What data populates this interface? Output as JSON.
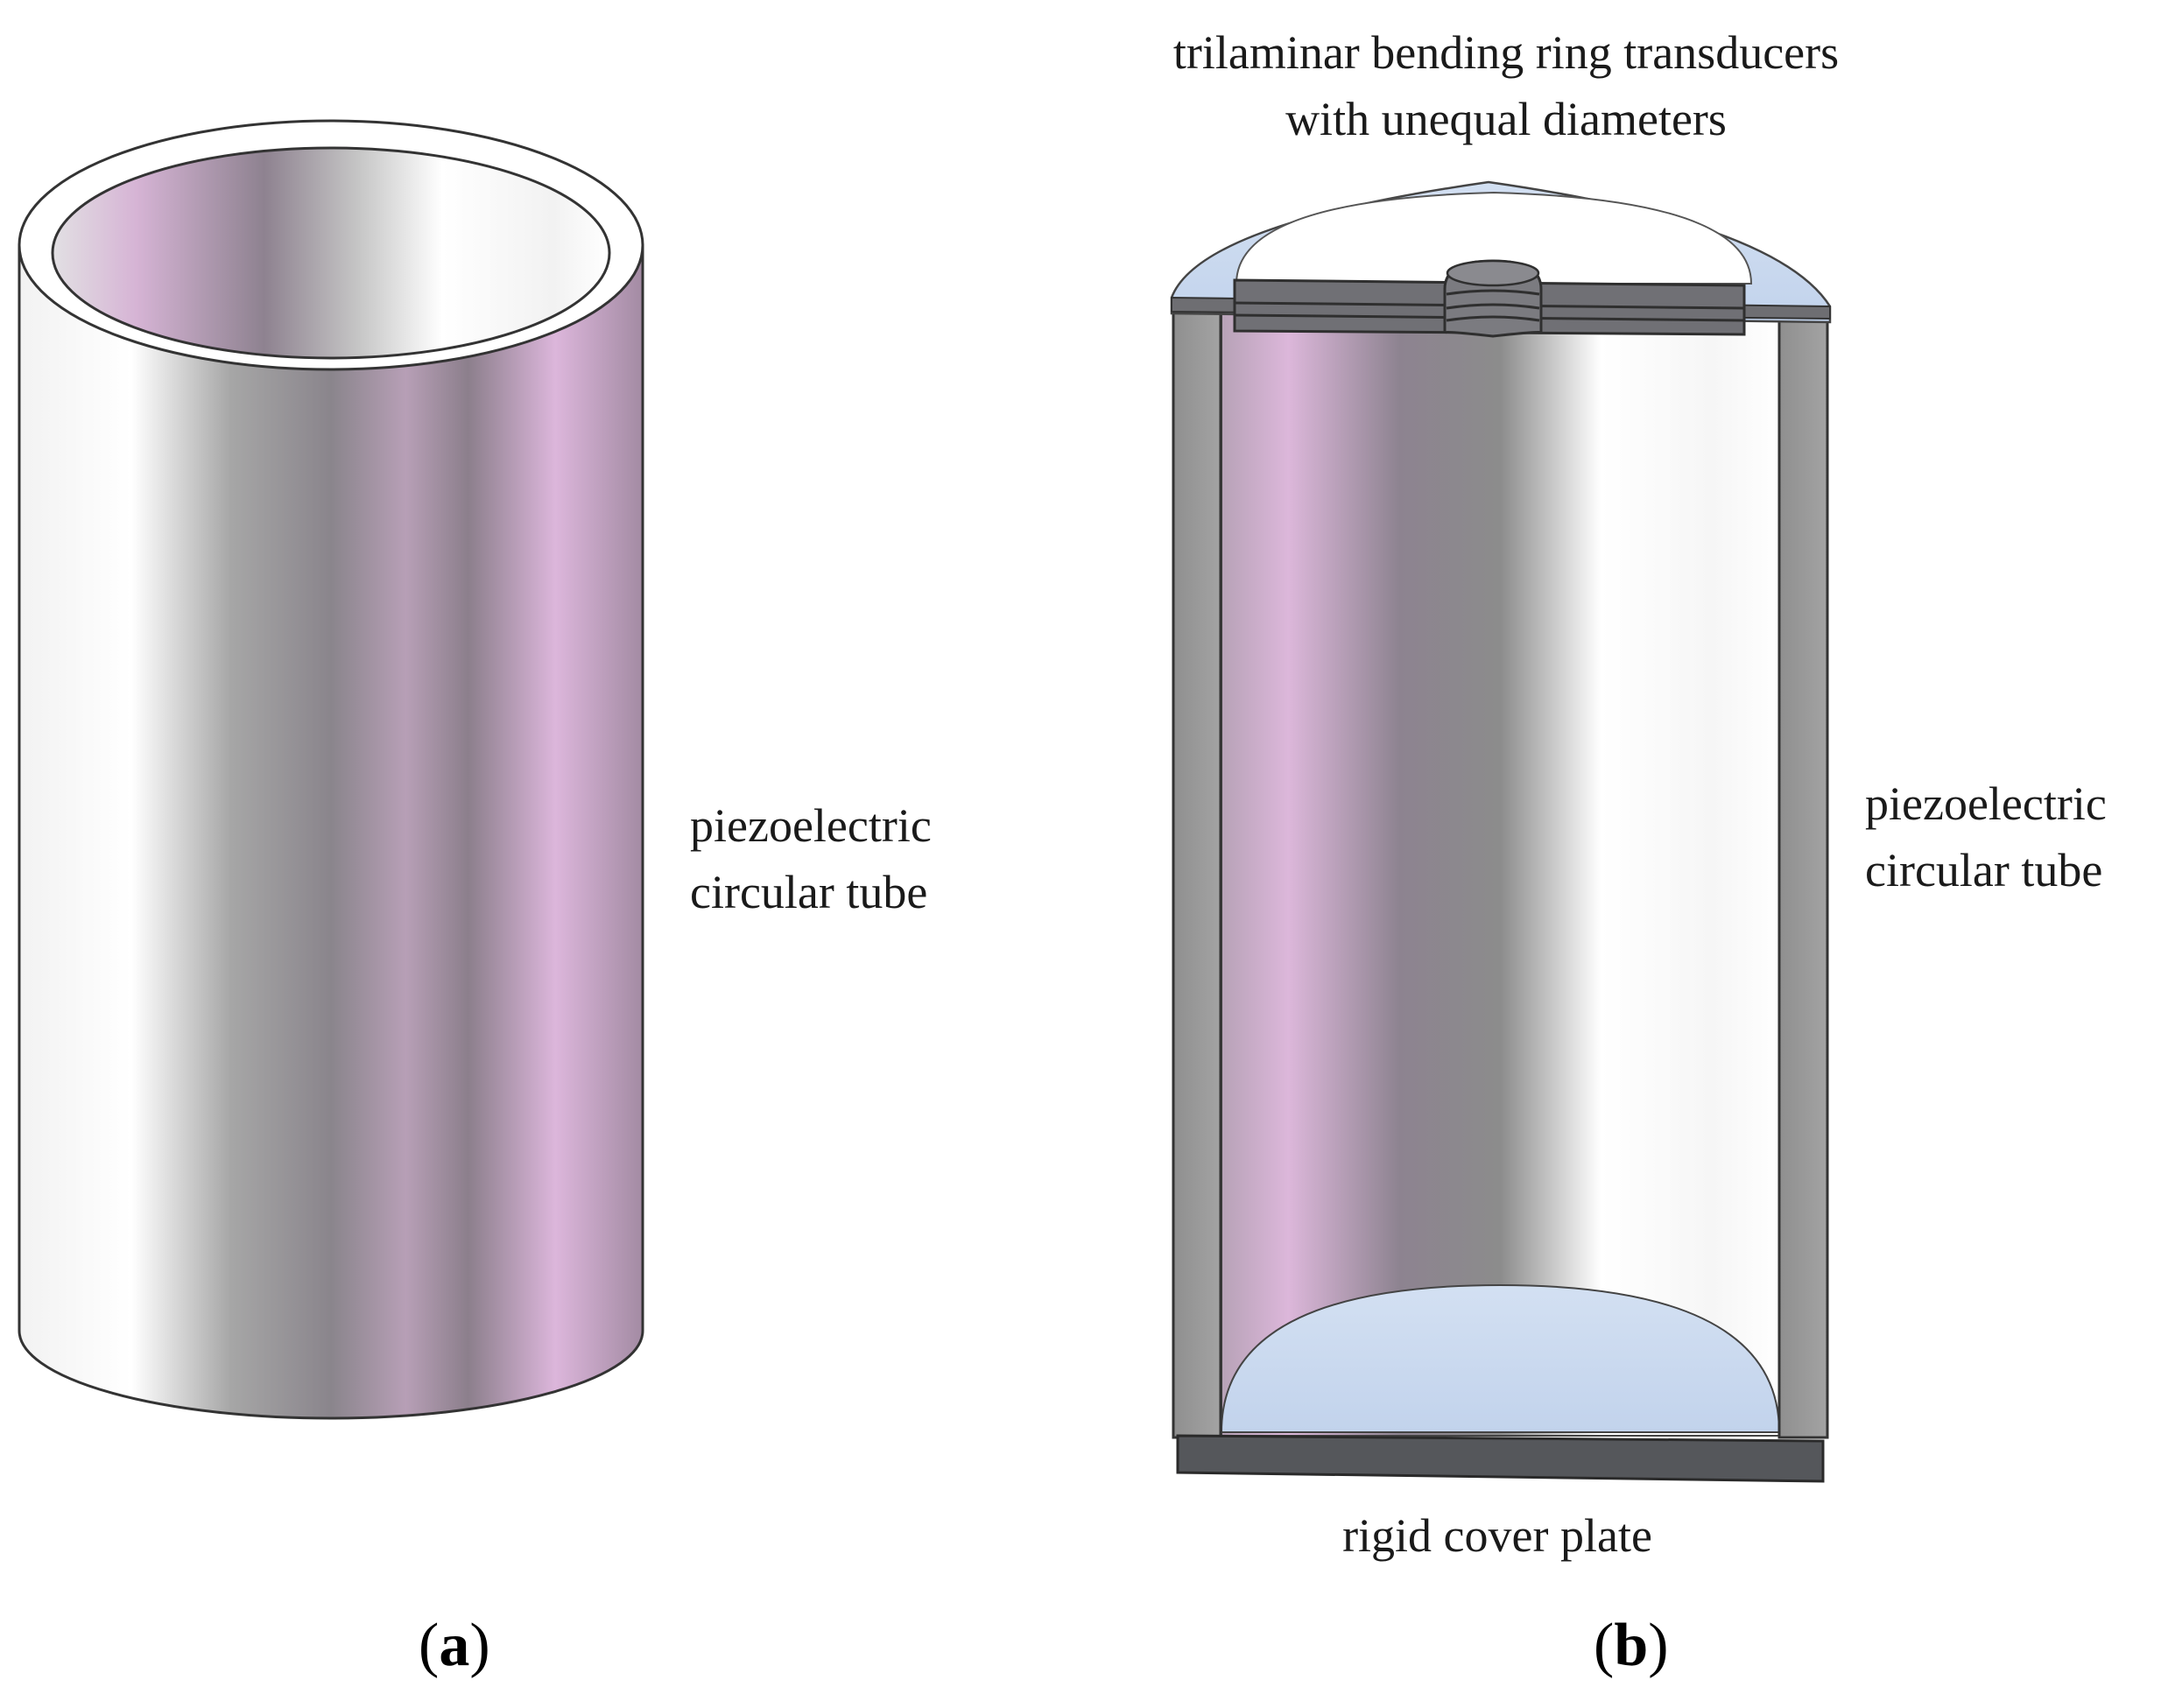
{
  "panel_a": {
    "tube_label_line1": "piezoelectric",
    "tube_label_line2": "circular tube",
    "caption_open": "(",
    "caption_letter": "a",
    "caption_close": ")"
  },
  "panel_b": {
    "transducer_label_line1": "trilaminar bending ring transducers",
    "transducer_label_line2": "with unequal diameters",
    "tube_label_line1": "piezoelectric",
    "tube_label_line2": "circular tube",
    "plate_label": "rigid cover plate",
    "caption_open": "(",
    "caption_letter": "b",
    "caption_close": ")"
  },
  "colors": {
    "tube_pink": "#d9b8d8",
    "tube_gray": "#8c8c8f",
    "wall_gray": "#9a9a9a",
    "cap_blue": "#cad9ef",
    "plate_dark": "#55575b",
    "outline": "#333333"
  }
}
